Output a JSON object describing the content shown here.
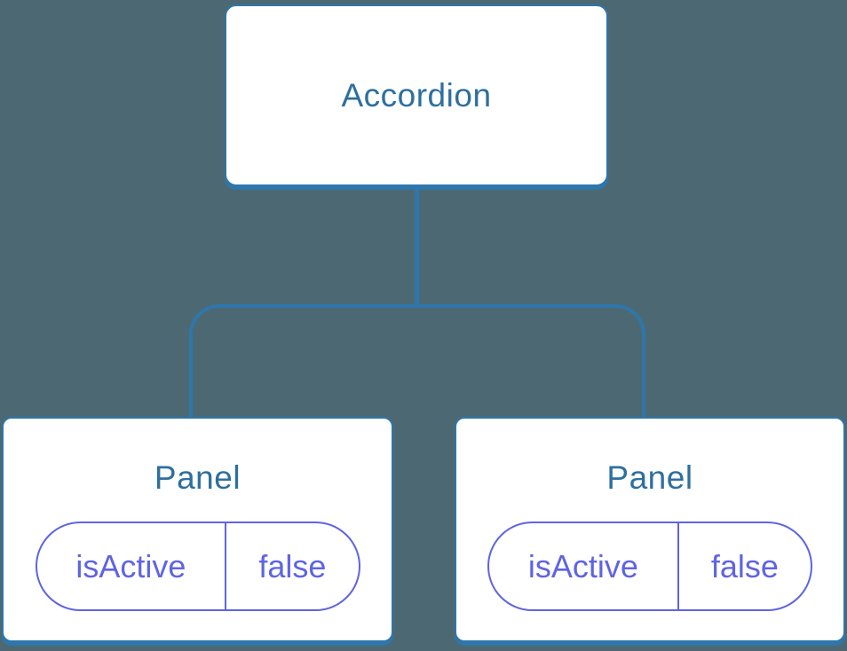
{
  "colors": {
    "background": "#4c6973",
    "line": "#2e76ab",
    "node_fill": "#ffffff",
    "title_text": "#2e6f9e",
    "state_purple": "#5f64e3"
  },
  "tree": {
    "root": {
      "label": "Accordion"
    },
    "children": [
      {
        "label": "Panel",
        "state_key": "isActive",
        "state_value": "false"
      },
      {
        "label": "Panel",
        "state_key": "isActive",
        "state_value": "false"
      }
    ]
  }
}
